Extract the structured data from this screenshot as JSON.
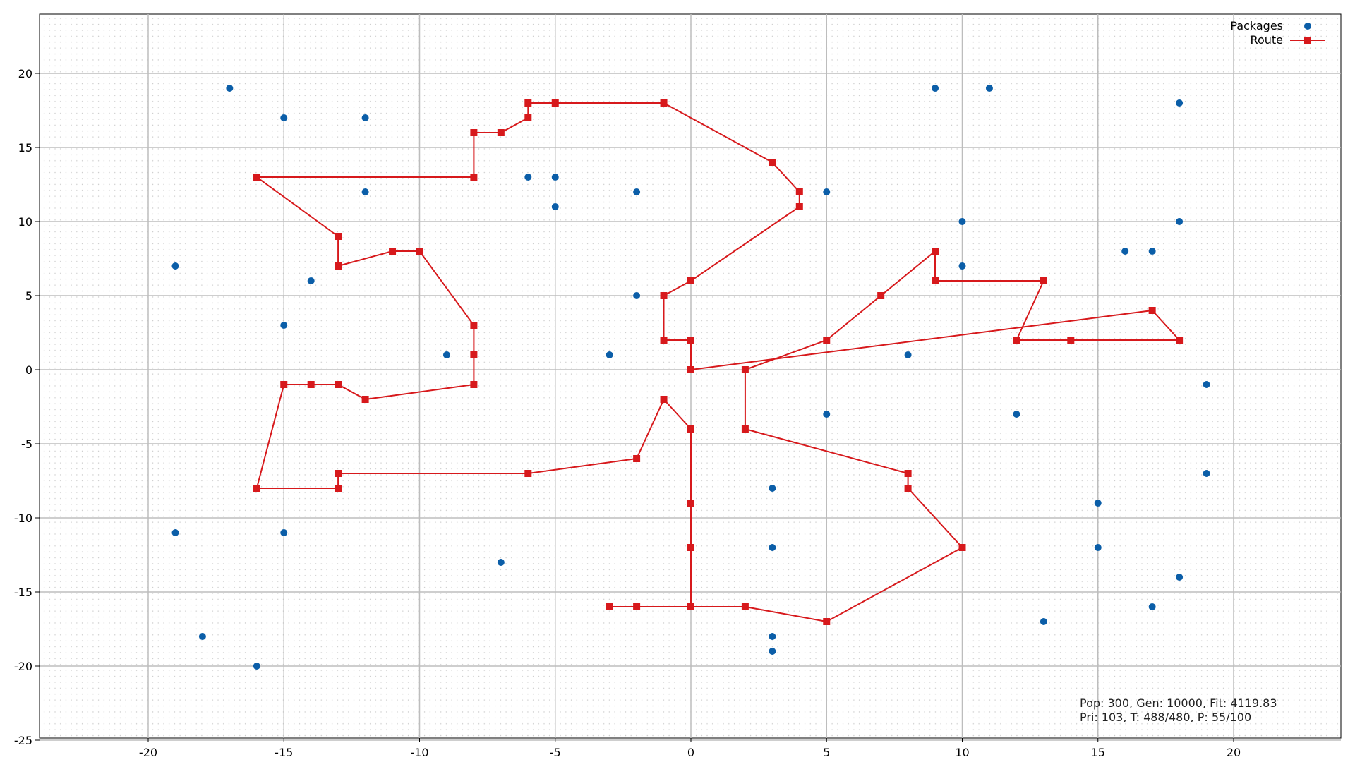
{
  "chart_data": {
    "type": "scatter",
    "title": "",
    "xlabel": "",
    "ylabel": "",
    "xlim": [
      -24,
      24
    ],
    "ylim": [
      -25,
      24
    ],
    "x_ticks": [
      -20,
      -15,
      -10,
      -5,
      0,
      5,
      10,
      15,
      20
    ],
    "y_ticks": [
      20,
      15,
      10,
      5,
      0,
      -5,
      -10,
      -15,
      -20,
      -25
    ],
    "grid": true,
    "minor_grid": "dotted",
    "legend_placement": "top-right",
    "legend": [
      {
        "label": "Packages",
        "marker": "circle"
      },
      {
        "label": "Route",
        "marker": "square-line"
      }
    ],
    "colors": {
      "packages": "#0b5ea8",
      "route": "#d7191c"
    },
    "packages": [
      {
        "x": -17,
        "y": 19
      },
      {
        "x": -15,
        "y": 17
      },
      {
        "x": -12,
        "y": 17
      },
      {
        "x": -12,
        "y": 12
      },
      {
        "x": -19,
        "y": 7
      },
      {
        "x": -14,
        "y": 6
      },
      {
        "x": -15,
        "y": 3
      },
      {
        "x": -9,
        "y": 1
      },
      {
        "x": -6,
        "y": 13
      },
      {
        "x": -5,
        "y": 13
      },
      {
        "x": -5,
        "y": 11
      },
      {
        "x": -2,
        "y": 12
      },
      {
        "x": -2,
        "y": 5
      },
      {
        "x": -3,
        "y": 1
      },
      {
        "x": 5,
        "y": 12
      },
      {
        "x": 9,
        "y": 19
      },
      {
        "x": 11,
        "y": 19
      },
      {
        "x": 18,
        "y": 18
      },
      {
        "x": 10,
        "y": 10
      },
      {
        "x": 18,
        "y": 10
      },
      {
        "x": 16,
        "y": 8
      },
      {
        "x": 17,
        "y": 8
      },
      {
        "x": 10,
        "y": 7
      },
      {
        "x": 8,
        "y": 1
      },
      {
        "x": 19,
        "y": -1
      },
      {
        "x": 5,
        "y": -3
      },
      {
        "x": 12,
        "y": -3
      },
      {
        "x": 19,
        "y": -7
      },
      {
        "x": 3,
        "y": -8
      },
      {
        "x": 15,
        "y": -9
      },
      {
        "x": 3,
        "y": -12
      },
      {
        "x": 15,
        "y": -12
      },
      {
        "x": 18,
        "y": -14
      },
      {
        "x": 17,
        "y": -16
      },
      {
        "x": 13,
        "y": -17
      },
      {
        "x": 3,
        "y": -18
      },
      {
        "x": 3,
        "y": -19
      },
      {
        "x": -19,
        "y": -11
      },
      {
        "x": -15,
        "y": -11
      },
      {
        "x": -7,
        "y": -13
      },
      {
        "x": -18,
        "y": -18
      },
      {
        "x": -16,
        "y": -20
      }
    ],
    "route": [
      [
        -16,
        13
      ],
      [
        -8,
        13
      ],
      [
        -8,
        16
      ],
      [
        -7,
        16
      ],
      [
        -6,
        17
      ],
      [
        -6,
        18
      ],
      [
        -5,
        18
      ],
      [
        -1,
        18
      ],
      [
        3,
        14
      ],
      [
        4,
        12
      ],
      [
        4,
        11
      ],
      [
        0,
        6
      ],
      [
        -1,
        5
      ],
      [
        -1,
        2
      ],
      [
        0,
        2
      ],
      [
        0,
        0
      ],
      [
        17,
        4
      ],
      [
        18,
        2
      ],
      [
        14,
        2
      ],
      [
        12,
        2
      ],
      [
        13,
        6
      ],
      [
        9,
        6
      ],
      [
        9,
        8
      ],
      [
        7,
        5
      ],
      [
        5,
        2
      ],
      [
        2,
        0
      ],
      [
        2,
        -4
      ],
      [
        8,
        -7
      ],
      [
        8,
        -8
      ],
      [
        10,
        -12
      ],
      [
        5,
        -17
      ],
      [
        2,
        -16
      ],
      [
        0,
        -16
      ],
      [
        -2,
        -16
      ],
      [
        -3,
        -16
      ],
      [
        0,
        -16
      ],
      [
        0,
        -12
      ],
      [
        0,
        -9
      ],
      [
        0,
        -4
      ],
      [
        -1,
        -2
      ],
      [
        -2,
        -6
      ],
      [
        -6,
        -7
      ],
      [
        -13,
        -7
      ],
      [
        -13,
        -8
      ],
      [
        -16,
        -8
      ],
      [
        -15,
        -1
      ],
      [
        -14,
        -1
      ],
      [
        -13,
        -1
      ],
      [
        -12,
        -2
      ],
      [
        -8,
        -1
      ],
      [
        -8,
        1
      ],
      [
        -8,
        3
      ],
      [
        -10,
        8
      ],
      [
        -11,
        8
      ],
      [
        -13,
        7
      ],
      [
        -13,
        9
      ],
      [
        -16,
        13
      ]
    ],
    "annotation": {
      "line1": "Pop: 300, Gen: 10000, Fit: 4119.83",
      "line2": "Pri: 103, T: 488/480, P: 55/100"
    }
  }
}
